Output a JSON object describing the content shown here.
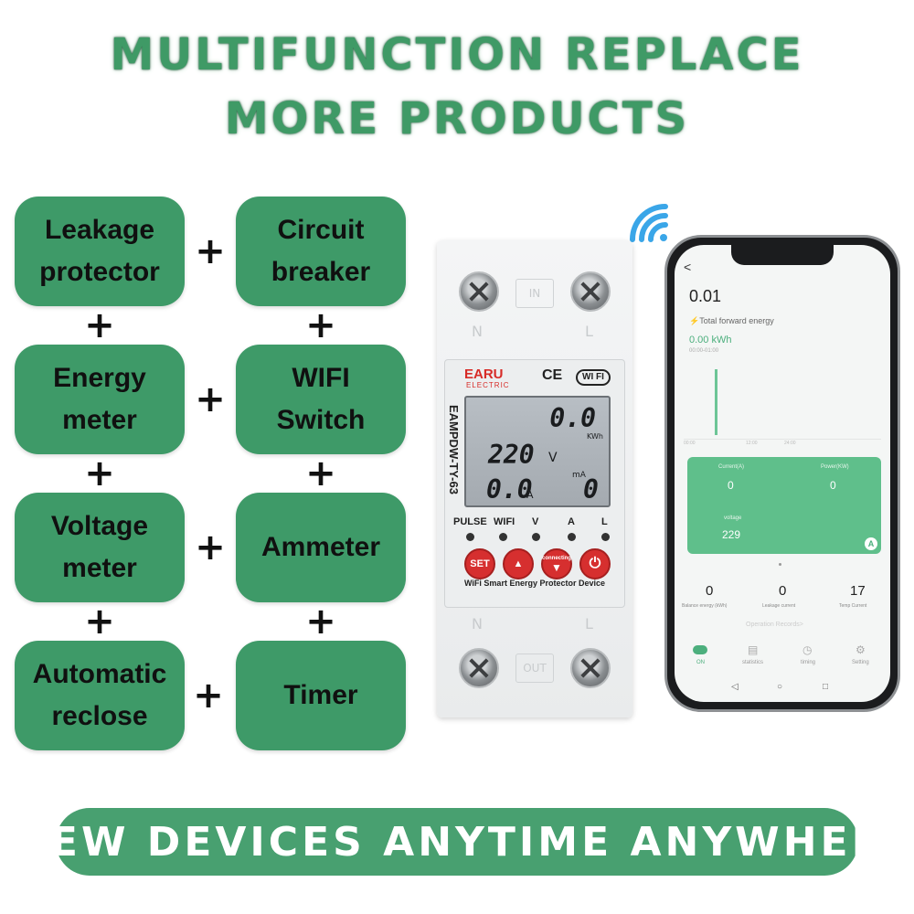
{
  "headline": {
    "line1": "MULTIFUNCTION REPLACE",
    "line2": "MORE PRODUCTS"
  },
  "features": [
    {
      "line1": "Leakage",
      "line2": "protector"
    },
    {
      "line1": "Circuit",
      "line2": "breaker"
    },
    {
      "line1": "Energy",
      "line2": "meter"
    },
    {
      "line1": "WIFI",
      "line2": "Switch"
    },
    {
      "line1": "Voltage",
      "line2": "meter"
    },
    {
      "line1": "Ammeter",
      "line2": ""
    },
    {
      "line1": "Automatic",
      "line2": "reclose"
    },
    {
      "line1": "Timer",
      "line2": ""
    }
  ],
  "plus_symbol": "+",
  "device": {
    "terminal_top_left": "N",
    "terminal_top_right": "L",
    "port_top": "IN",
    "terminal_bottom_left": "N",
    "terminal_bottom_right": "L",
    "port_bottom": "OUT",
    "brand": "EARU",
    "brand_sub": "ELECTRIC",
    "ce_mark": "CE",
    "wifi_badge": "WI FI",
    "model": "EAMPDW-TY-63",
    "lcd": {
      "energy": "0.0",
      "energy_unit": "KWh",
      "voltage": "220",
      "voltage_unit": "V",
      "current": "0.0",
      "current_unit": "A",
      "leakage": "0",
      "leakage_unit": "mA"
    },
    "indicators": [
      "PULSE",
      "WIFI",
      "V",
      "A",
      "L"
    ],
    "buttons": {
      "set": "SET",
      "up": "▲",
      "connecting": "connecting",
      "down": "▼",
      "power": "⏻"
    },
    "caption": "WiFi Smart Energy Protector Device"
  },
  "phone": {
    "back": "<",
    "value": "0.01",
    "total_label": "Total forward energy",
    "kwh_value": "0.00 kWh",
    "time_range": "00:00-01:00",
    "axis_ticks": [
      "00:00",
      "12:00",
      "24:00"
    ],
    "card": {
      "current_label": "Current(A)",
      "current_value": "0",
      "power_label": "Power(KW)",
      "power_value": "0",
      "voltage_label": "voltage",
      "voltage_value": "229"
    },
    "stats": [
      {
        "value": "0",
        "label": "Balance energy (kWh)"
      },
      {
        "value": "0",
        "label": "Leakage current"
      },
      {
        "value": "17",
        "label": "Temp Current"
      }
    ],
    "operation_records": "Operation Records>",
    "nav": [
      "ON",
      "statistics",
      "timing",
      "Setting"
    ]
  },
  "bottom_banner": "VIEW DEVICES ANYTIME ANYWHERE",
  "colors": {
    "green": "#3e9a68",
    "banner_green": "#48a070",
    "device_red": "#d62f2f",
    "app_green": "#5fbf8b"
  }
}
